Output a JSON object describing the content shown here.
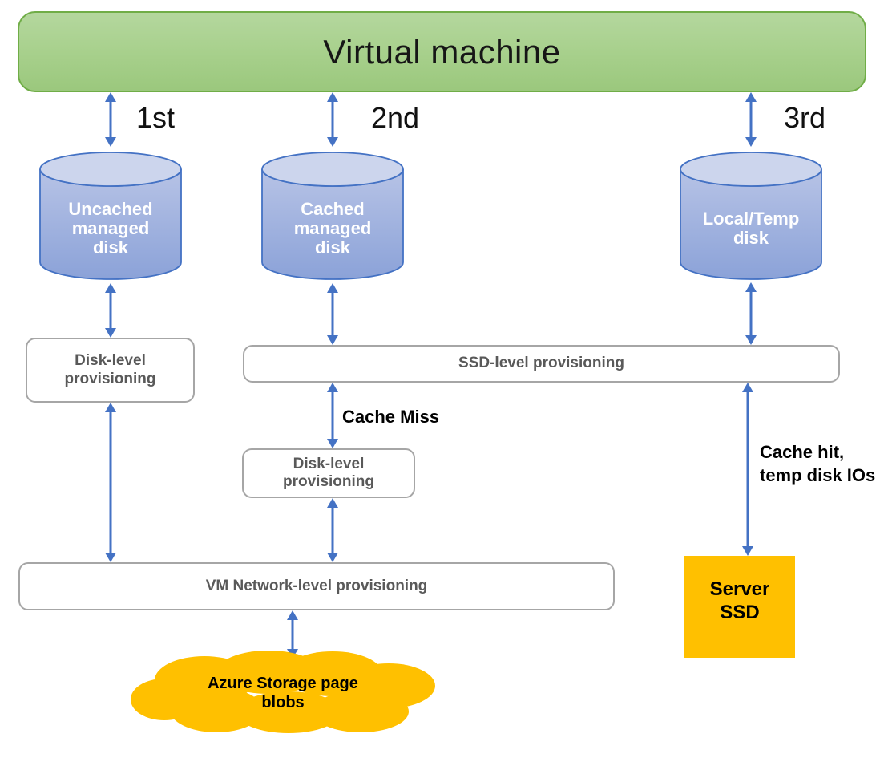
{
  "vm": {
    "title": "Virtual machine"
  },
  "flow_order_labels": [
    "1st",
    "2nd",
    "3rd"
  ],
  "disks": [
    {
      "id": "uncached-managed-disk",
      "label": "Uncached managed disk"
    },
    {
      "id": "cached-managed-disk",
      "label": "Cached managed disk"
    },
    {
      "id": "local-temp-disk",
      "label": "Local/Temp disk"
    }
  ],
  "provisioning": {
    "uncached_disk_level": "Disk-level provisioning",
    "ssd_level": "SSD-level provisioning",
    "cached_disk_level": "Disk-level provisioning",
    "vm_network_level": "VM Network-level provisioning"
  },
  "annotations": {
    "cache_miss": "Cache Miss",
    "cache_hit": "Cache hit,\ntemp disk IOs"
  },
  "server_ssd": {
    "label": "Server SSD"
  },
  "azure_storage": {
    "label": "Azure Storage page blobs"
  },
  "colors": {
    "vm_fill": "#A9D18E",
    "vm_border": "#70AD47",
    "disk_fill": "#8FA5DA",
    "disk_top_fill": "#CCD5ED",
    "disk_border": "#4472C4",
    "arrow": "#4472C4",
    "box_border": "#A6A6A6",
    "box_text": "#595959",
    "accent_orange": "#FFC000"
  }
}
